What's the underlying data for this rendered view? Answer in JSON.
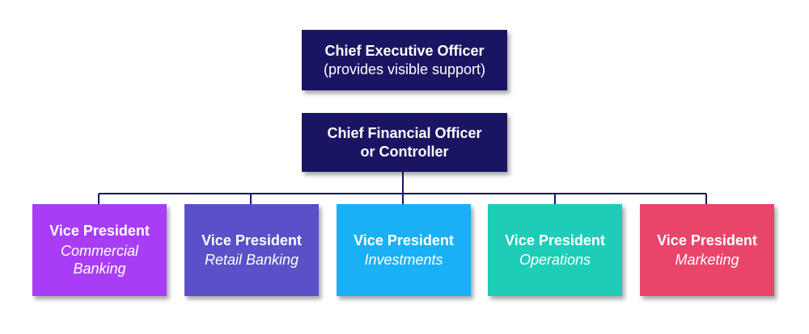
{
  "ceo": {
    "title": "Chief Executive Officer",
    "subtitle": "(provides visible support)",
    "color": "#1a1563"
  },
  "cfo": {
    "title_line1": "Chief Financial Officer",
    "title_line2": "or Controller",
    "color": "#1a1563"
  },
  "connector_color": "#1a1563",
  "vps": [
    {
      "title": "Vice President",
      "area": "Commercial Banking",
      "color": "#a93df5"
    },
    {
      "title": "Vice President",
      "area": "Retail Banking",
      "color": "#5a50c8"
    },
    {
      "title": "Vice President",
      "area": "Investments",
      "color": "#1ab0f5"
    },
    {
      "title": "Vice President",
      "area": "Operations",
      "color": "#1ecdb7"
    },
    {
      "title": "Vice President",
      "area": "Marketing",
      "color": "#e9456a"
    }
  ]
}
